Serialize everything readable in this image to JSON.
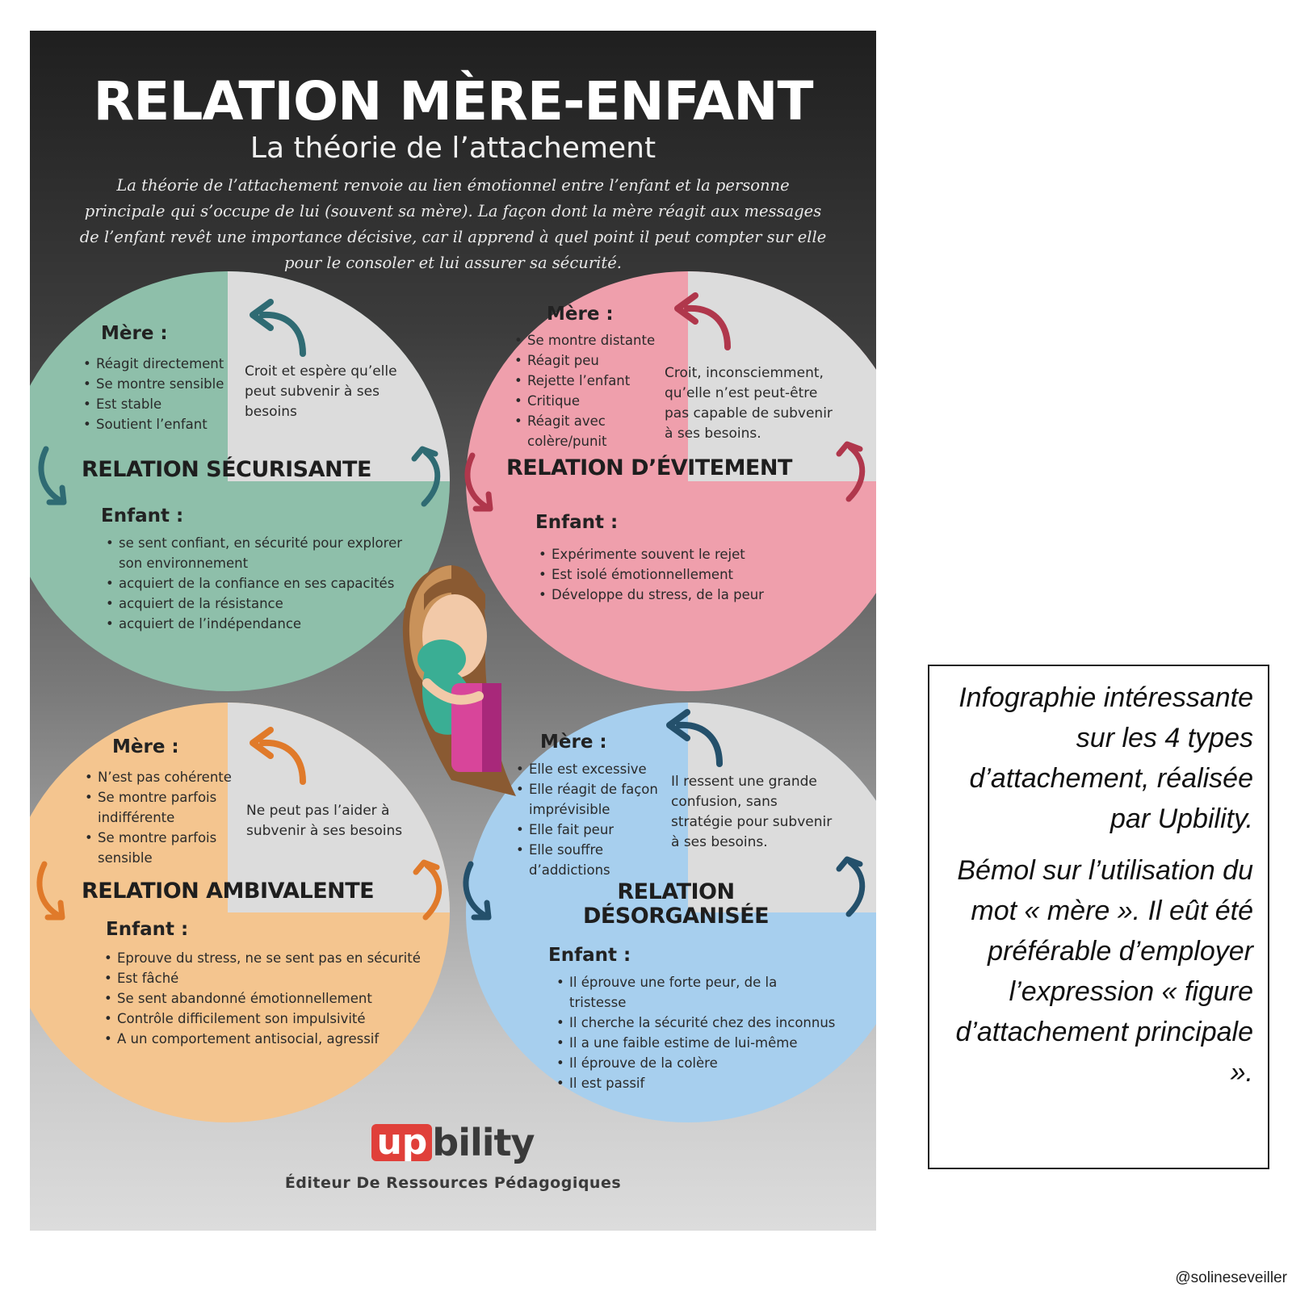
{
  "poster": {
    "title": "RELATION MÈRE-ENFANT",
    "subtitle": "La théorie de l’attachement",
    "intro": "La théorie de l’attachement renvoie au lien émotionnel entre l’enfant et la personne principale qui s’occupe de lui (souvent sa mère). La façon dont la mère réagit aux messages de l’enfant revêt une importance décisive, car il apprend à quel point il peut compter sur elle pour le consoler et lui assurer sa sécurité.",
    "mere_label": "Mère :",
    "enfant_label": "Enfant :",
    "relations": [
      {
        "title": "RELATION SÉCURISANTE",
        "mere": [
          "Réagit directement",
          "Se montre sensible",
          "Est stable",
          "Soutient l’enfant"
        ],
        "belief": "Croit et espère qu’elle peut subvenir à ses besoins",
        "enfant": [
          "se sent confiant, en sécurité pour explorer son environnement",
          "acquiert de la confiance en ses capacités",
          "acquiert de la résistance",
          "acquiert de l’indépendance"
        ],
        "arrow_color": "#2f6b73"
      },
      {
        "title": "RELATION D’ÉVITEMENT",
        "mere": [
          "Se montre distante",
          "Réagit peu",
          "Rejette l’enfant",
          "Critique",
          "Réagit avec colère/punit"
        ],
        "belief": "Croit, inconsciemment, qu’elle n’est peut-être pas capable de subvenir à ses besoins.",
        "enfant": [
          "Expérimente souvent le rejet",
          "Est isolé émotionnellement",
          "Développe du stress, de la peur"
        ],
        "arrow_color": "#b0374c"
      },
      {
        "title": "RELATION AMBIVALENTE",
        "mere": [
          "N’est pas cohérente",
          "Se montre parfois indifférente",
          "Se montre parfois sensible"
        ],
        "belief": "Ne peut pas l’aider à subvenir à ses besoins",
        "enfant": [
          "Eprouve du stress, ne se sent pas en sécurité",
          "Est fâché",
          "Se sent abandonné émotionnellement",
          "Contrôle difficilement son impulsivité",
          "A un comportement antisocial, agressif"
        ],
        "arrow_color": "#e07a2a"
      },
      {
        "title_line1": "RELATION",
        "title_line2": "DÉSORGANISÉE",
        "mere": [
          "Elle est excessive",
          "Elle réagit de façon imprévisible",
          "Elle fait peur",
          "Elle souffre d’addictions"
        ],
        "belief": "Il ressent une grande confusion, sans stratégie pour subvenir à ses besoins.",
        "enfant": [
          "Il éprouve une forte peur, de la tristesse",
          "Il cherche la sécurité chez des inconnus",
          "Il a une faible estime de lui-même",
          "Il éprouve de la colère",
          "Il est passif"
        ],
        "arrow_color": "#24506b"
      }
    ],
    "logo": {
      "up": "up",
      "rest": "bility",
      "tagline": "Éditeur De Ressources Pédagogiques"
    }
  },
  "note": {
    "p1": "Infographie intéressante sur les 4 types d’attachement, réalisée par Upbility.",
    "p2": "Bémol sur l’utilisation du mot « mère ». Il eût été préférable d’employer l’expression « figure d’attachement principale »."
  },
  "credit": "@solineseveiller"
}
